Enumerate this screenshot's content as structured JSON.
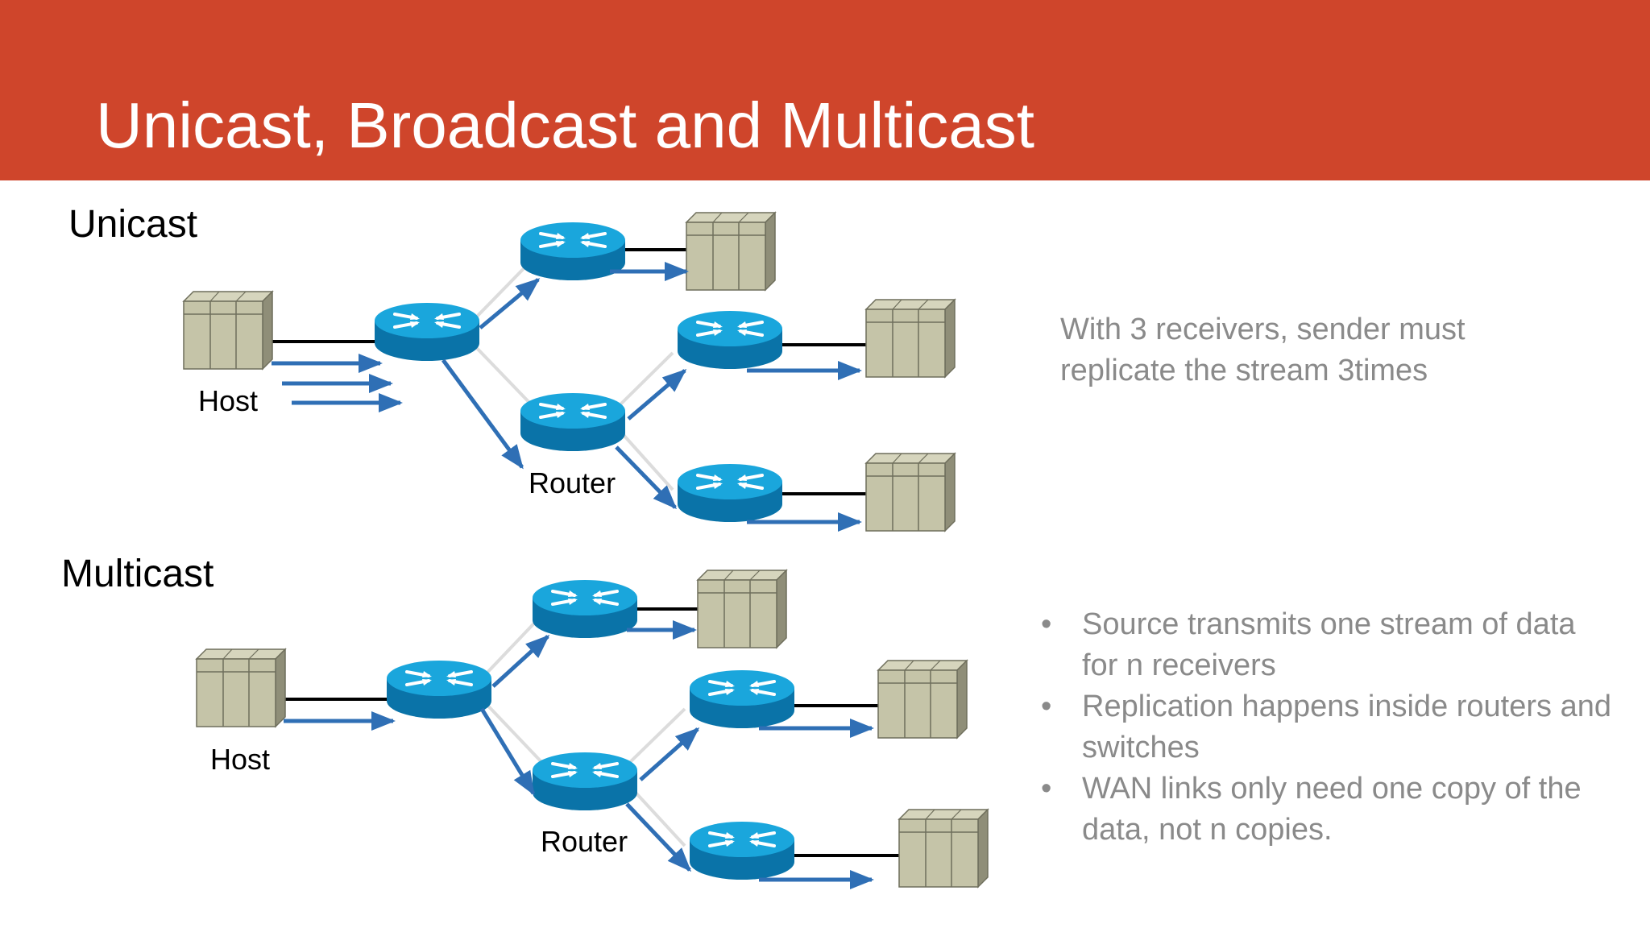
{
  "slide": {
    "title": "Unicast, Broadcast and Multicast"
  },
  "unicast": {
    "heading": "Unicast",
    "host_label": "Host",
    "router_label": "Router",
    "note": "With 3 receivers, sender must replicate the stream 3times"
  },
  "multicast": {
    "heading": "Multicast",
    "host_label": "Host",
    "router_label": "Router",
    "bullets": [
      "Source transmits one stream of data for n receivers",
      "Replication happens inside routers and switches",
      "WAN links only need one copy of the data, not n copies."
    ]
  },
  "colors": {
    "title_bar": "#cf452b",
    "title_text": "#ffffff",
    "router_top": "#1aa6dc",
    "router_side": "#0a73a8",
    "host_box": "#c5c4a8",
    "arrow": "#2f6fb5",
    "link": "#000000",
    "note_text": "#8a8a8a"
  },
  "icons": {
    "router": "router-icon",
    "host": "server-rack-icon",
    "arrow": "flow-arrow-icon"
  }
}
